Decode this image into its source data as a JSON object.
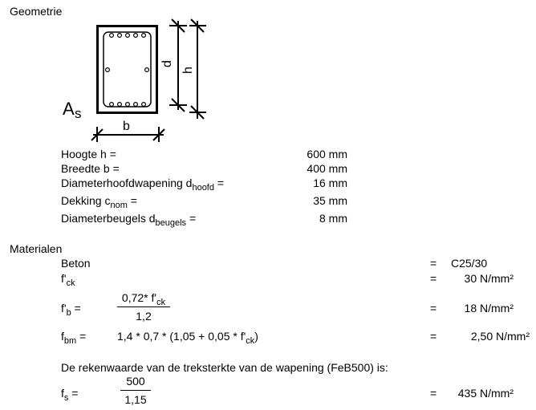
{
  "geometry": {
    "section_title": "Geometrie",
    "diagram": {
      "as_label": "A",
      "as_sub": "s",
      "b_label": "b",
      "d_label": "d",
      "h_label": "h"
    },
    "rows": [
      {
        "label": "Hoogte h =",
        "value": "600 mm"
      },
      {
        "label": "Breedte b =",
        "value": "400 mm"
      },
      {
        "label": "Diameterhoofdwapening d",
        "sub": "hoofd",
        "suffix": " =",
        "value": "16 mm"
      },
      {
        "label": "Dekking c",
        "sub": "nom",
        "suffix": " =",
        "value": "35 mm"
      },
      {
        "label": "Diameterbeugels d",
        "sub": "beugels",
        "suffix": " =",
        "value": "8 mm"
      }
    ]
  },
  "materials": {
    "section_title": "Materialen",
    "beton": {
      "label": "Beton",
      "eq": "=",
      "value": "C25/30"
    },
    "fck": {
      "label": "f'",
      "sub": "ck",
      "eq": "=",
      "value": "30 N/mm²"
    },
    "fb": {
      "label": "f'",
      "sub": "b",
      "suffix": " =",
      "num": "0,72* f'",
      "num_sub": "ck",
      "den": "1,2",
      "eq": "=",
      "value": "18 N/mm²"
    },
    "fbm": {
      "label": "f",
      "sub": "bm",
      "suffix": " =",
      "formula": "1,4 * 0,7 * (1,05 + 0,05 * f'",
      "formula_sub": "ck",
      "formula_end": ")",
      "eq": "=",
      "value": "2,50 N/mm²"
    },
    "sentence": "De rekenwaarde van de treksterkte van de wapening (FeB500) is:",
    "fs": {
      "label": "f",
      "sub": "s",
      "suffix": " =",
      "num": "500",
      "den": "1,15",
      "eq": "=",
      "value": "435 N/mm²"
    }
  }
}
